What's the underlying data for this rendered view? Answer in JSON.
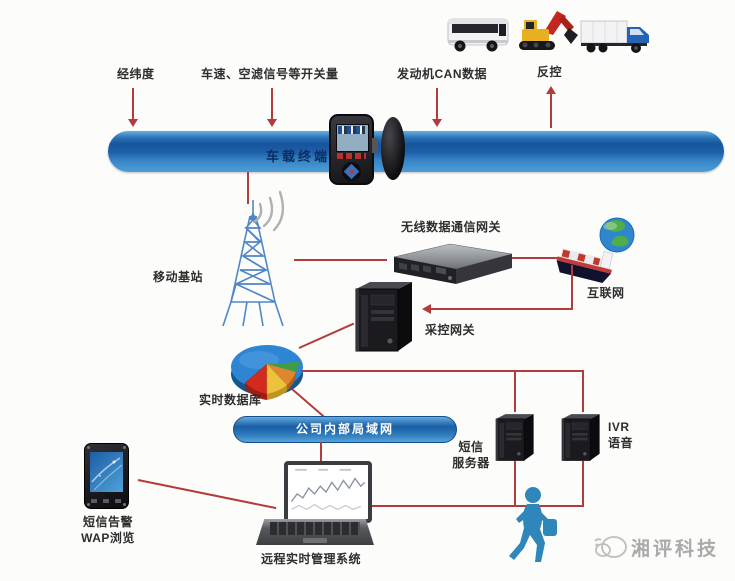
{
  "labels": {
    "gps": "经纬度",
    "switches": "车速、空滤信号等开关量",
    "can": "发动机CAN数据",
    "reverse_control": "反控",
    "vehicle_terminal": "车载终端",
    "base_station": "移动基站",
    "wireless_gateway": "无线数据通信网关",
    "internet": "互联网",
    "collect_gateway": "采控网关",
    "realtime_db": "实时数据库",
    "lan": "公司内部局域网",
    "sms_l1": "短信",
    "sms_l2": "服务器",
    "ivr_l1": "IVR",
    "ivr_l2": "语音",
    "phone_l1": "短信告警",
    "phone_l2": "WAP浏览",
    "management": "远程实时管理系统",
    "brand": "湘评科技"
  },
  "colors": {
    "connector_red": "#b23c3c",
    "bar_blue_dark": "#17549c",
    "bar_blue_light": "#4c9dd6",
    "lan_text": "#ffffff",
    "label_text": "#2e2e2e",
    "terminal_text": "#0b2d62",
    "person_blue": "#2e86ba",
    "tower_blue": "#4f86c6",
    "watermark_gray": "#a9a9a9"
  },
  "icons": {
    "vehicles": [
      "bus-icon",
      "excavator-icon",
      "truck-icon"
    ],
    "terminal": "gps-terminal-icon",
    "antenna": "antenna-tower-icon",
    "waves": "signal-waves-icon",
    "rack": "rack-server-icon",
    "internet": "ship-globe-icon",
    "gateway": "tower-server-icon",
    "database": "pie-chart-icon",
    "sms": "tower-server-icon",
    "ivr": "tower-server-icon",
    "client_phone": "smartphone-icon",
    "client_laptop": "laptop-icon",
    "user": "walking-person-icon",
    "brand": "sketch-logo-icon"
  }
}
